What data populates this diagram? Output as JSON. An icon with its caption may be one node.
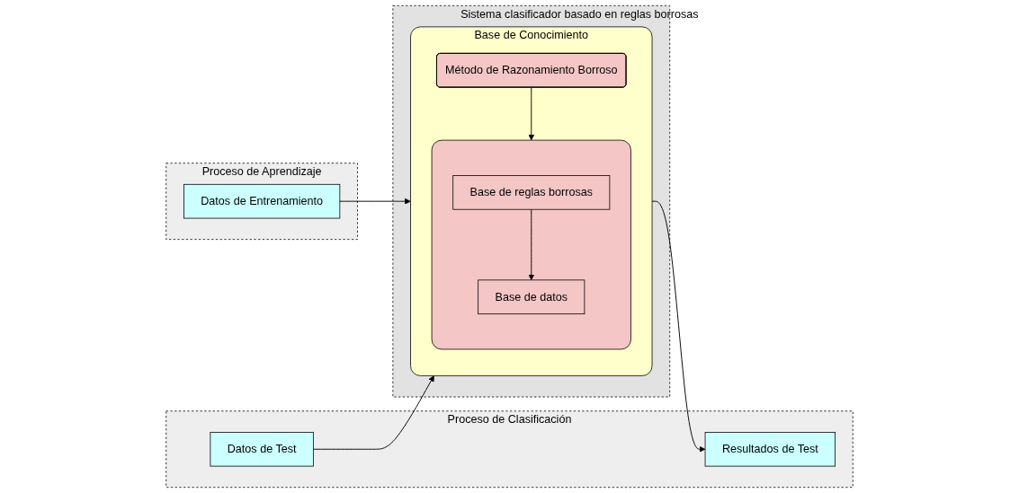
{
  "diagram": {
    "nodes": [
      {
        "text": [
          "Proceso de Aprendizaje"
        ]
      },
      {
        "text": [
          "Proceso de Clasificación"
        ]
      },
      {
        "text": [
          "Sistema clasificador basado en reglas borrosas"
        ]
      },
      {
        "text": [
          "Base de Conocimiento"
        ],
        "in": 2
      },
      {
        "text": [],
        "shape": "box",
        "in": 3
      },
      {
        "text": [
          "Base de reglas borrosas"
        ],
        "in": 4
      },
      {
        "text": [
          "Base de datos"
        ],
        "in": 4
      },
      {
        "text": [
          "Método de Razonamiento Borroso"
        ],
        "in": 3
      },
      {
        "text": [
          "Datos de Entrenamiento"
        ],
        "in": 0
      },
      {
        "text": [
          "Datos de Test"
        ],
        "in": 1
      },
      {
        "text": [
          "Resultados de Test"
        ],
        "in": 1
      }
    ],
    "edges": [
      {
        "from": 5,
        "to": 6,
        "arrow": "to"
      },
      {
        "from": 7,
        "to": 4,
        "arrow": "to"
      },
      {
        "from": 8,
        "to": 3,
        "arrow": "to"
      },
      {
        "from": 9,
        "to": 3,
        "arrow": "to"
      },
      {
        "from": 3,
        "to": 10,
        "arrow": "to"
      }
    ]
  }
}
